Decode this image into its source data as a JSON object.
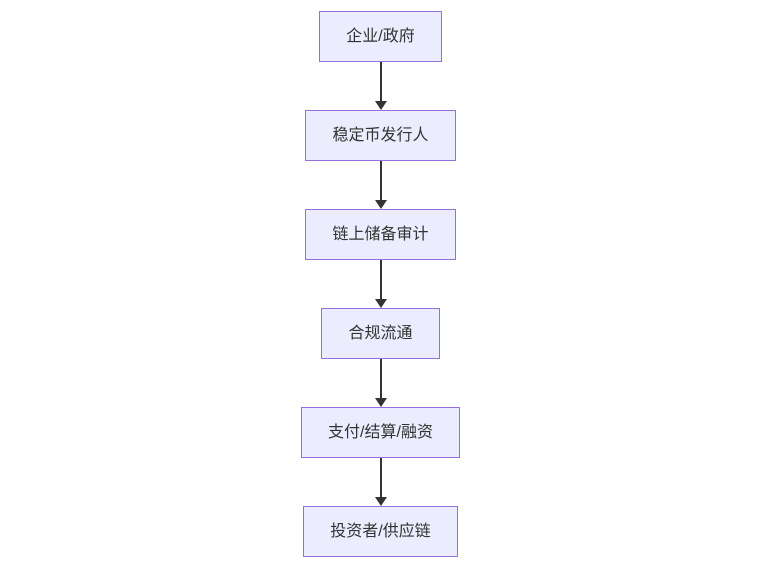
{
  "diagram": {
    "type": "flowchart-top-down",
    "colors": {
      "node_fill": "#ECECFF",
      "node_border": "#9370DB",
      "text": "#333333",
      "arrow": "#333333",
      "background": "#FFFFFF"
    },
    "nodes": [
      {
        "label": "企业/政府"
      },
      {
        "label": "稳定币发行人"
      },
      {
        "label": "链上储备审计"
      },
      {
        "label": "合规流通"
      },
      {
        "label": "支付/结算/融资"
      },
      {
        "label": "投资者/供应链"
      }
    ],
    "edges": [
      {
        "from": 0,
        "to": 1
      },
      {
        "from": 1,
        "to": 2
      },
      {
        "from": 2,
        "to": 3
      },
      {
        "from": 3,
        "to": 4
      },
      {
        "from": 4,
        "to": 5
      }
    ]
  }
}
